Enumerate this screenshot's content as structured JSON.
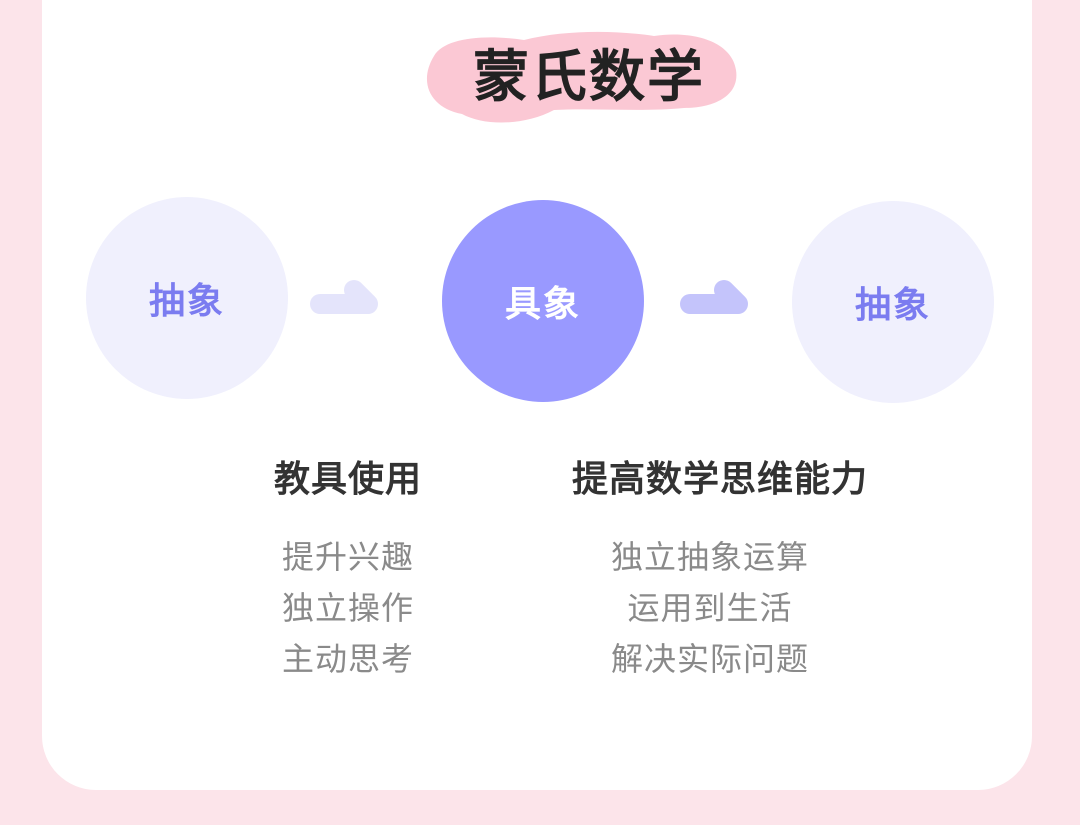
{
  "title": "蒙氏数学",
  "flow": [
    {
      "label": "抽象"
    },
    {
      "label": "具象"
    },
    {
      "label": "抽象"
    }
  ],
  "columns": [
    {
      "heading": "教具使用",
      "items": [
        "提升兴趣",
        "独立操作",
        "主动思考"
      ]
    },
    {
      "heading": "提高数学思维能力",
      "items": [
        "独立抽象运算",
        "运用到生活",
        "解决实际问题"
      ]
    }
  ],
  "colors": {
    "background": "#fce4ea",
    "title_blob": "#fbc8d4",
    "circle_light": "#f0f0fd",
    "circle_strong": "#9999ff",
    "accent_text": "#7b7cf0",
    "arrow_light": "#e4e4fb",
    "arrow_medium": "#c4c4fb"
  },
  "icons": [
    "right-arrow-icon",
    "right-arrow-icon"
  ]
}
